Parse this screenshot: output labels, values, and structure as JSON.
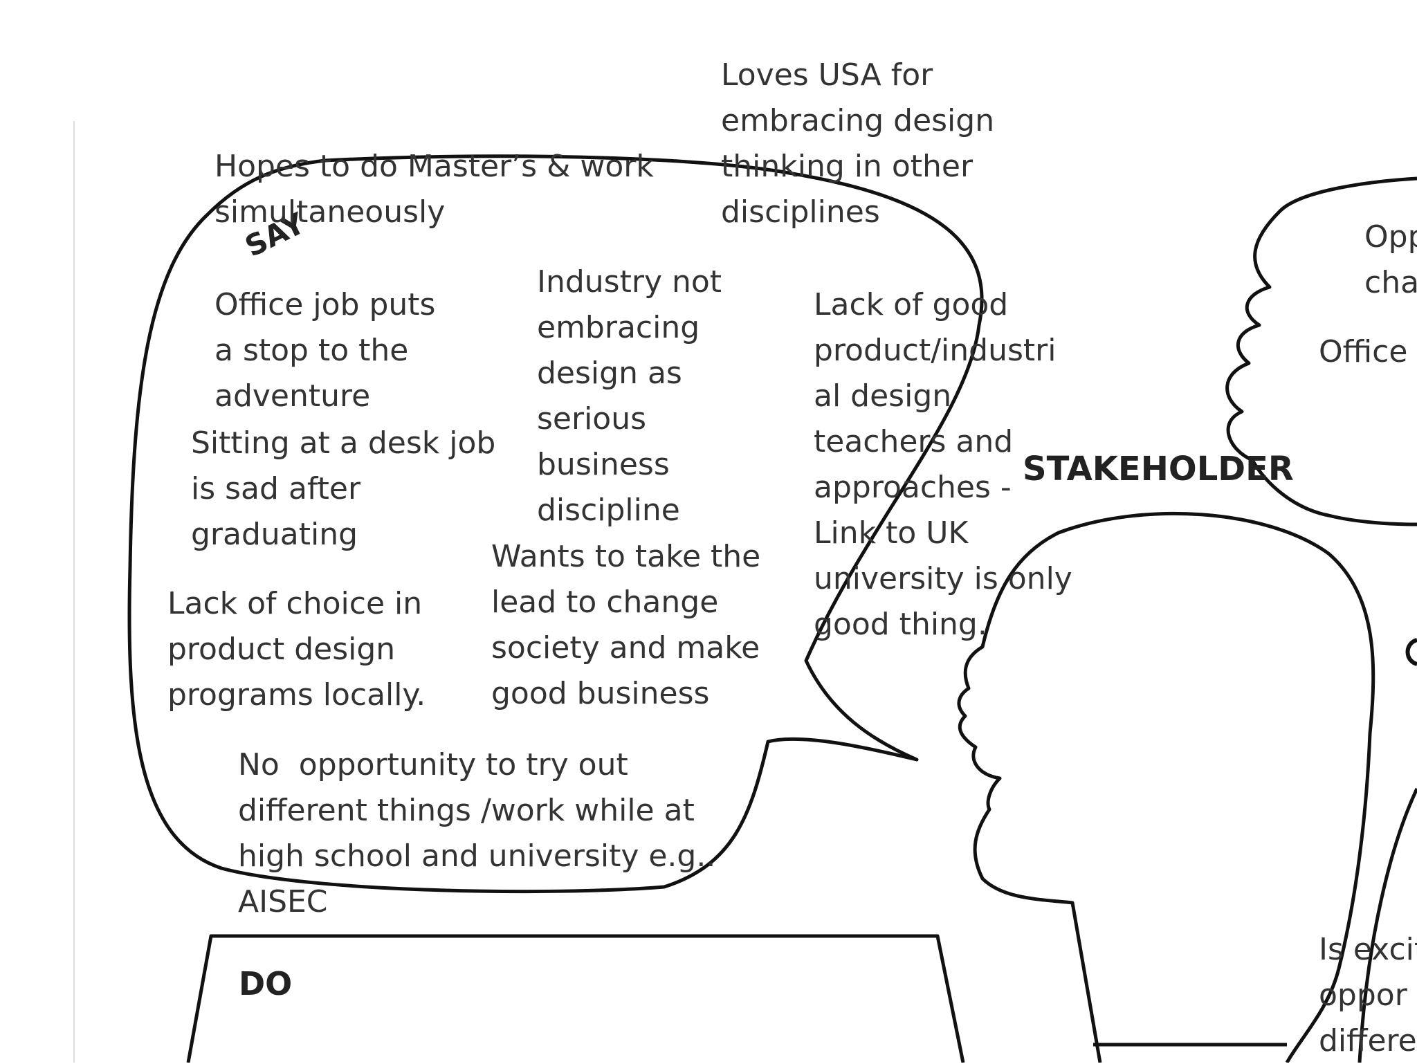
{
  "headings": {
    "say": "SAY",
    "do": "DO",
    "stakeholder": "STAKEHOLDER"
  },
  "notes": {
    "loves_usa": "Loves USA for\nembracing design\nthinking in other\ndisciplines",
    "hopes_masters": "Hopes to do Master’s & work\nsimultaneously",
    "office_job_stop": "Office job puts\na stop to the\nadventure",
    "industry_not_embracing": "Industry not\nembracing\ndesign as\nserious\nbusiness\ndiscipline",
    "lack_good_design": "Lack of good\nproduct/industri\nal design\nteachers and\napproaches -\nLink to UK\nuniversity is only\ngood thing.",
    "sitting_desk": "Sitting at a desk job\nis sad after\ngraduating",
    "wants_lead": "Wants to take the\nlead to change\nsociety and make\ngood business",
    "lack_choice": "Lack of choice in\nproduct design\nprograms locally.",
    "no_opportunity": "No  opportunity to try out\ndifferent things /work while at\nhigh school and university e.g..\nAISEC",
    "think_opp_partial": "Opp\ncha",
    "think_office_partial": "Office",
    "feel_excited_partial": "Is excit\noppor\ndiffere"
  },
  "colors": {
    "outline": "#111111",
    "text": "#333333",
    "background": "#ffffff"
  }
}
